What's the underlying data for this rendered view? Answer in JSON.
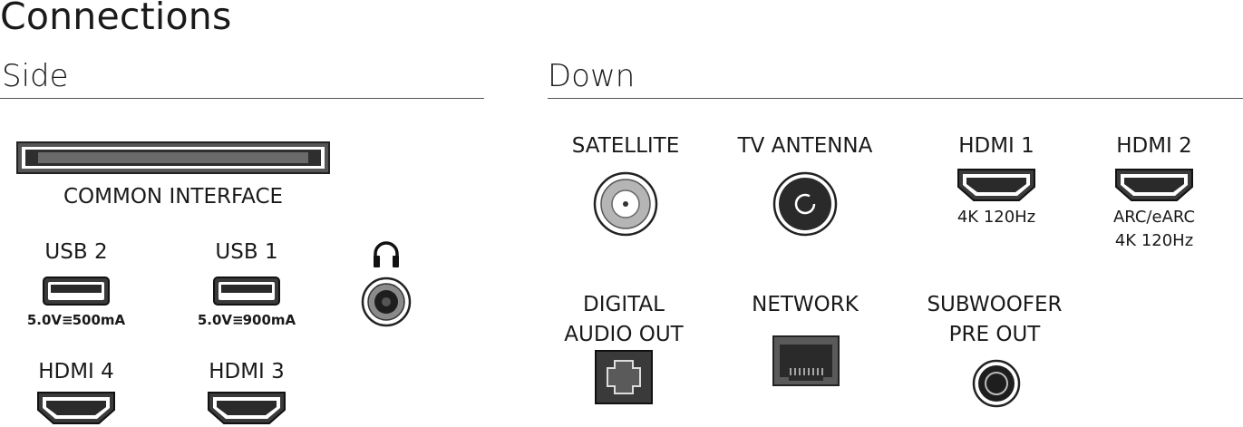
{
  "title": "Connections",
  "sections": {
    "side": "Side",
    "down": "Down"
  },
  "side": {
    "common_interface": "COMMON INTERFACE",
    "usb2": {
      "label": "USB 2",
      "volt": "5.0V",
      "current": "500mA"
    },
    "usb1": {
      "label": "USB 1",
      "volt": "5.0V",
      "current": "900mA"
    },
    "hdmi4": "HDMI 4",
    "hdmi3": "HDMI 3"
  },
  "down": {
    "satellite": "SATELLITE",
    "tv_antenna": "TV ANTENNA",
    "hdmi1": {
      "label": "HDMI 1",
      "spec": "4K 120Hz"
    },
    "hdmi2": {
      "label": "HDMI 2",
      "spec1": "ARC/eARC",
      "spec2": "4K 120Hz"
    },
    "digital_audio": {
      "line1": "DIGITAL",
      "line2": "AUDIO OUT"
    },
    "network": "NETWORK",
    "subwoofer": {
      "line1": "SUBWOOFER",
      "line2": "PRE OUT"
    }
  },
  "icons": {
    "common_interface_slot": "ci-slot-icon",
    "usb": "usb-port-icon",
    "headphone": "headphone-icon",
    "hdmi": "hdmi-port-icon",
    "satellite": "coax-satellite-icon",
    "antenna": "antenna-port-icon",
    "optical": "optical-port-icon",
    "network": "ethernet-port-icon",
    "subwoofer": "rca-jack-icon"
  },
  "colors": {
    "text": "#1a1a1a",
    "port_dark": "#222222",
    "port_grey": "#8a8a8a"
  }
}
